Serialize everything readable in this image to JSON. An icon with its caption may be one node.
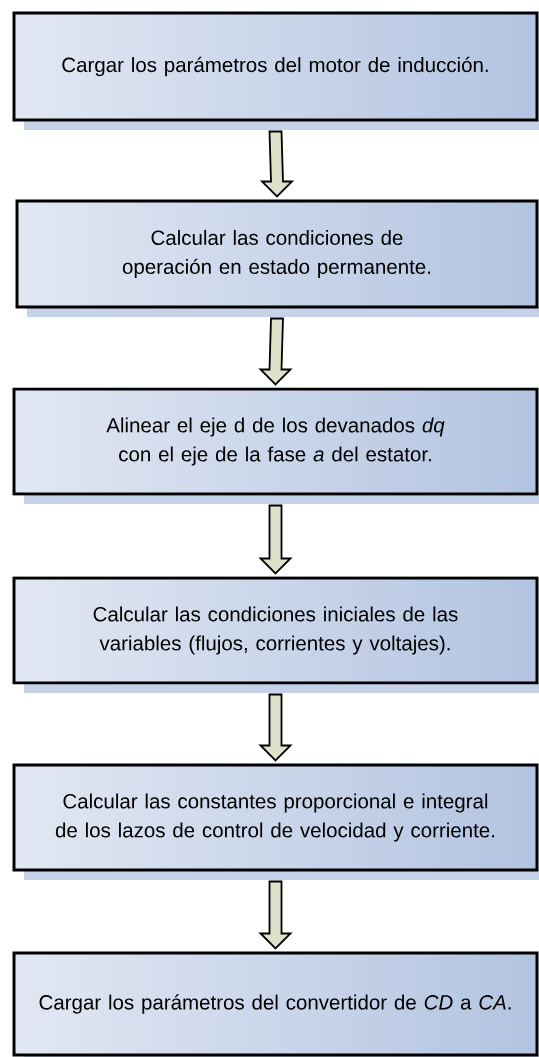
{
  "diagram": {
    "nodes": [
      {
        "text": [
          "Cargar los parámetros del motor de inducción."
        ]
      },
      {
        "text": [
          "Calcular las condiciones de operación en estado permanente."
        ]
      },
      {
        "text": [
          "Alinear el eje d de los devanados *dq* con el eje de la fase *a* del estator."
        ]
      },
      {
        "text": [
          "Calcular las condiciones iniciales de las variables (flujos, corrientes y voltajes)."
        ]
      },
      {
        "text": [
          "Calcular las constantes proporcional e integral de los lazos de control de velocidad y corriente."
        ]
      },
      {
        "text": [
          "Cargar los parámetros del convertidor de *CD* a *CA*."
        ]
      }
    ],
    "edges": [
      {
        "from": 0,
        "to": 1,
        "arrow": "to"
      },
      {
        "from": 1,
        "to": 2,
        "arrow": "to"
      },
      {
        "from": 2,
        "to": 3,
        "arrow": "to"
      },
      {
        "from": 3,
        "to": 4,
        "arrow": "to"
      },
      {
        "from": 4,
        "to": 5,
        "arrow": "to"
      }
    ]
  }
}
